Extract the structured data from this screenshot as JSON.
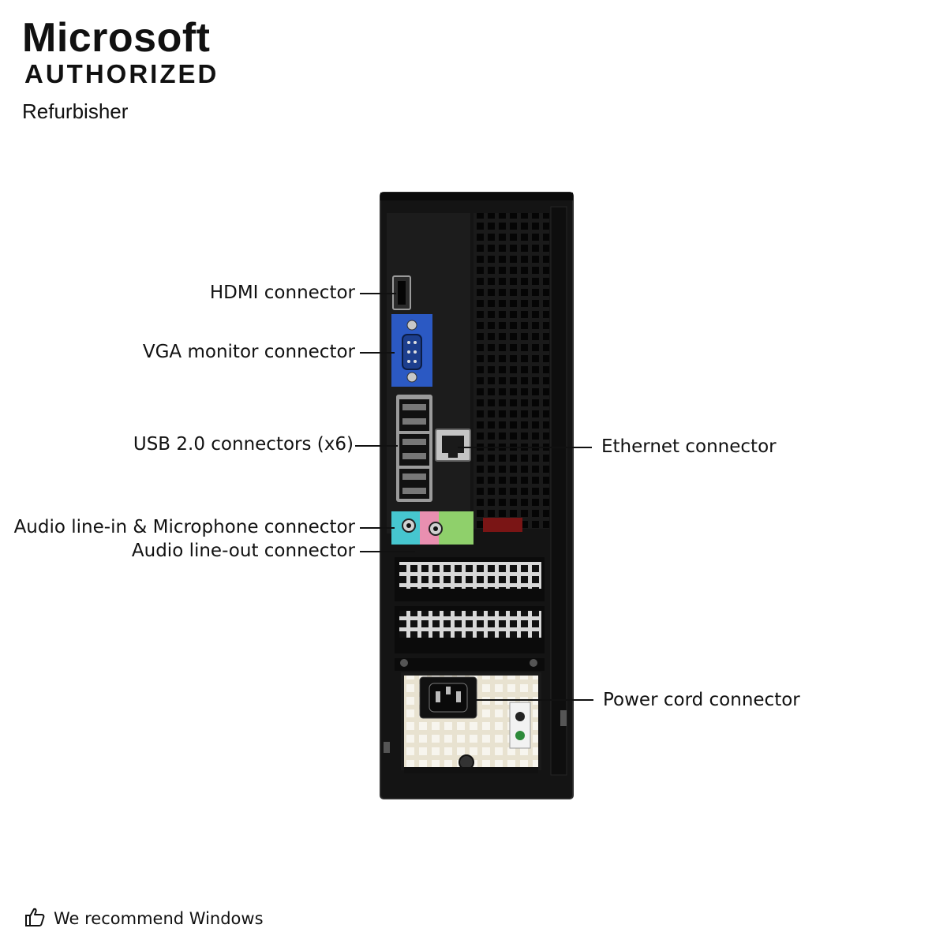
{
  "badge": {
    "brand": "Microsoft",
    "authorized": "AUTHORIZED",
    "refurbisher": "Refurbisher"
  },
  "callouts": {
    "hdmi": "HDMI connector",
    "vga": "VGA monitor connector",
    "usb": "USB 2.0 connectors (x6)",
    "audio_in": "Audio line-in & Microphone connector",
    "audio_out": "Audio line-out connector",
    "ethernet": "Ethernet connector",
    "power": "Power cord connector"
  },
  "footer": {
    "icon": "thumbs-up-icon",
    "text": "We recommend Windows"
  },
  "colors": {
    "vga_port": "#2b59c3",
    "audio_in_port": "#46c6cf",
    "mic_port": "#e98fb0",
    "audio_out_port": "#8fd06b",
    "chassis": "#141414"
  }
}
